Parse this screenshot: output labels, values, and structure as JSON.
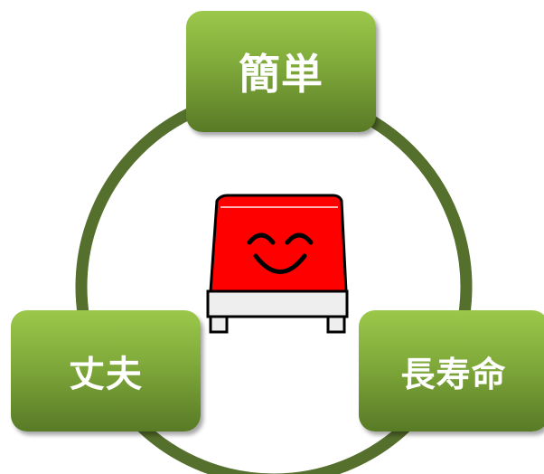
{
  "diagram": {
    "top_label": "簡単",
    "left_label": "丈夫",
    "right_label": "長寿命",
    "cycle_color": "#556f2c",
    "box_color_light": "#9bc84a",
    "box_color_dark": "#587a26"
  },
  "mascot": {
    "icon": "smiling-red-stamp-icon",
    "body_color": "#ff0000",
    "base_color": "#eeeeee"
  }
}
